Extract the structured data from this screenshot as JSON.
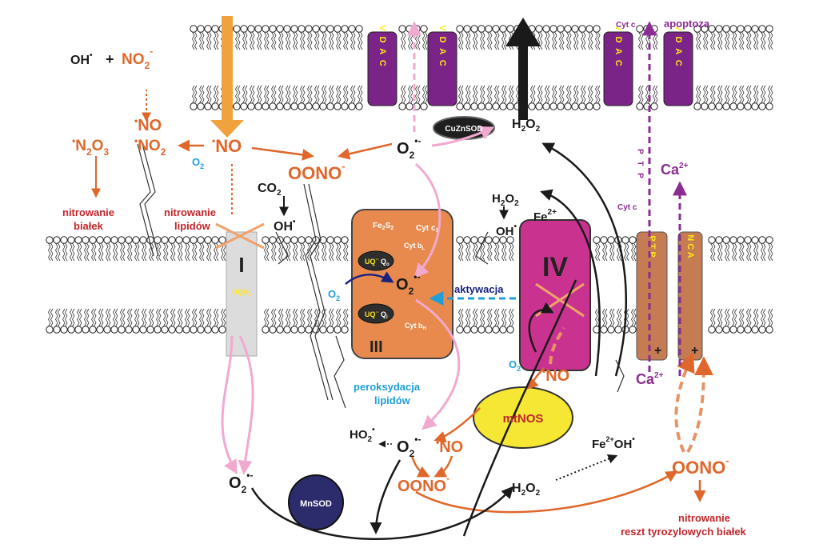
{
  "colors": {
    "orange": "#e0672b",
    "red": "#c0262a",
    "blue": "#1e9fd9",
    "purple": "#8a2c91",
    "pink": "#f2a9cf",
    "black": "#1a1a1a",
    "vdac": "#7b2487",
    "complex3": "#e88a4e",
    "complex4": "#c9338f",
    "mtnos": "#f6e735",
    "mnsod": "#2c2c6c",
    "yellow_text": "#ffe81a"
  },
  "labels": {
    "oh_radical_top": "OH",
    "plus": "+",
    "no2_top": "NO",
    "no_mid": "NO",
    "n2o3": "N",
    "no2_mid": "NO",
    "no_main": "NO",
    "o2_blue_left": "O",
    "oono_top": "OONO",
    "o2_superoxide_top": "O",
    "cuznsod": "CuZnSOD",
    "h2o2_top": "H",
    "co2": "CO",
    "oh_radical_mid": "OH",
    "nitrowanie_bialek_1": "nitrowanie",
    "nitrowanie_bialek_2": "białek",
    "nitrowanie_lipidow_1": "nitrowanie",
    "nitrowanie_lipidow_2": "lipidów",
    "complex1": "I",
    "uqh2": "UQH",
    "fe2s2": "Fe",
    "cytc1_label": "Cyt c",
    "cytb_label": "Cyt b",
    "uq_qo": "UQ",
    "uq_qi": "UQ",
    "q_o": "Q",
    "q_i": "Q",
    "cytbh_label": "Cyt b",
    "complex3": "III",
    "o2_blue_c3": "O",
    "o2_c3": "O",
    "aktywacja": "aktywacja",
    "h2o2_mid": "H",
    "oh_fe": "OH",
    "fe2plus": "Fe",
    "complex4": "IV",
    "o2_blue_c4": "O",
    "no_c4": "NO",
    "mtnos": "mtNOS",
    "peroksydacja_1": "peroksydacja",
    "peroksydacja_2": "lipidów",
    "cytc_top": "Cyt c",
    "apoptoza": "apoptoza",
    "ptp_vertical": "P T P",
    "ca_top": "Ca",
    "cytc_mid": "Cyt c",
    "ptp_box": "P T P",
    "nca_box": "N C A",
    "ca_bottom": "Ca",
    "plus_left": "+",
    "plus_right": "+",
    "ho2": "HO",
    "o2_bottom_mid": "O",
    "no_bottom": "NO",
    "oono_bottom": "OONO",
    "mnsod": "MnSOD",
    "o2_bottom_left": "O",
    "h2o2_bottom": "H",
    "fe_oh_bottom": "Fe",
    "oh_bottom": "OH",
    "oono_right": "OONO",
    "nitrowanie_tyr_1": "nitrowanie",
    "nitrowanie_tyr_2": "reszt tyrozylowych białek",
    "vdac": "V D A C"
  }
}
